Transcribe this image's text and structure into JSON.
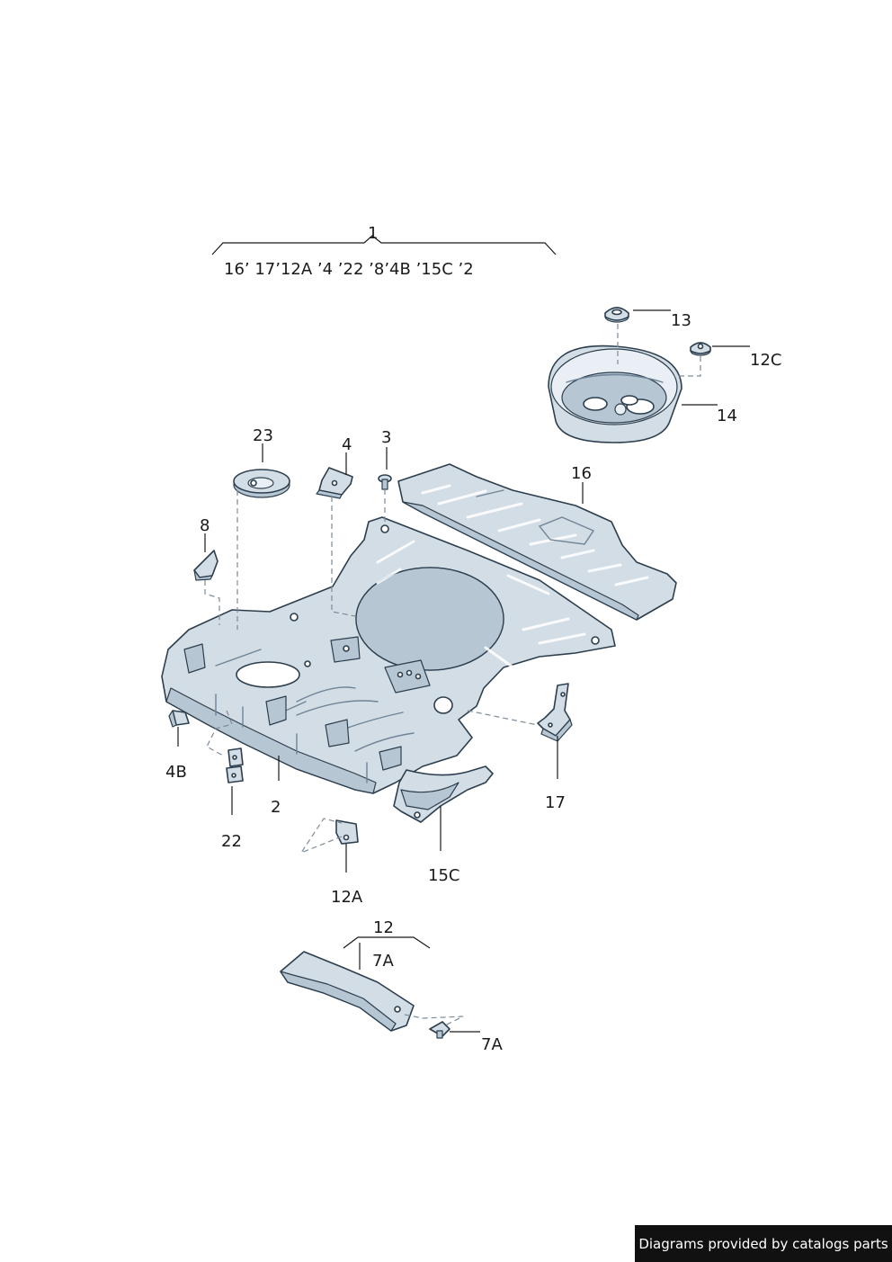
{
  "assembly_1": {
    "number": "1",
    "includes": "16’ 17’12A ’4 ’22 ’8’4B ’15C ’2"
  },
  "labels": {
    "p13": "13",
    "p12C": "12C",
    "p14": "14",
    "p23": "23",
    "p4": "4",
    "p3": "3",
    "p16": "16",
    "p8": "8",
    "p4B": "4B",
    "p2": "2",
    "p22": "22",
    "p17": "17",
    "p15C": "15C",
    "p12A": "12A",
    "p12": "12",
    "p7A_top": "7A",
    "p7A_bottom": "7A"
  },
  "footer": {
    "credit": "Diagrams provided by catalogs parts"
  },
  "colors": {
    "part_fill": "#d3dde6",
    "part_shade": "#b7c6d3",
    "outline": "#2c3e4d",
    "footer_bg": "#111111"
  }
}
